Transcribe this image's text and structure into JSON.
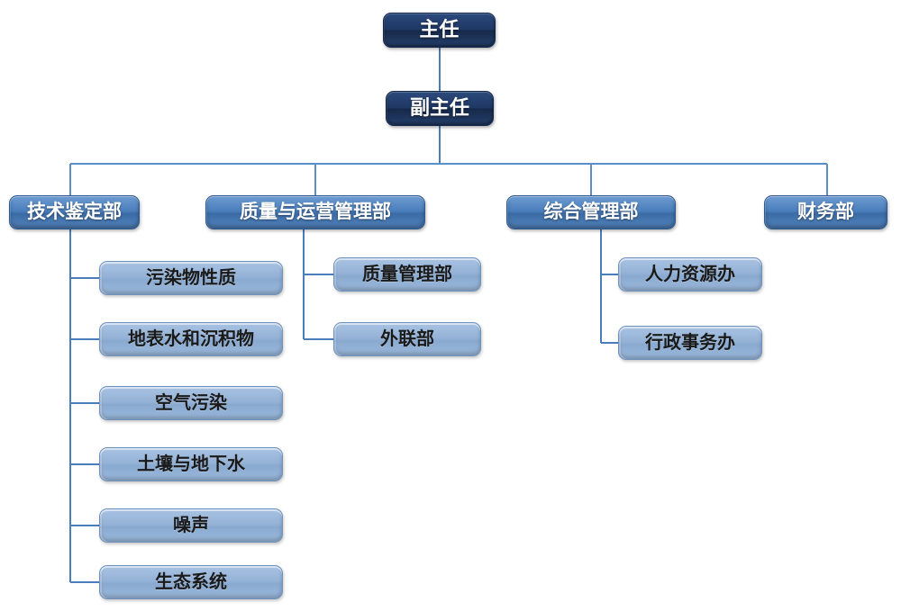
{
  "diagram": {
    "type": "organization-chart",
    "title": "",
    "colors": {
      "top_level_fill": "#1F3864",
      "department_fill": "#4A7EBB",
      "unit_fill": "#95B3D7",
      "connector": "#4A7EBB",
      "background": "#FFFFFF"
    }
  },
  "nodes": {
    "director": {
      "label": "主任",
      "level": 1
    },
    "deputy_director": {
      "label": "副主任",
      "level": 2
    },
    "departments": [
      {
        "label": "技术鉴定部",
        "level": 3
      },
      {
        "label": "质量与运营管理部",
        "level": 3
      },
      {
        "label": "综合管理部",
        "level": 3
      },
      {
        "label": "财务部",
        "level": 3
      }
    ],
    "technical_units": [
      {
        "label": "污染物性质",
        "level": 4
      },
      {
        "label": "地表水和沉积物",
        "level": 4
      },
      {
        "label": "空气污染",
        "level": 4
      },
      {
        "label": "土壤与地下水",
        "level": 4
      },
      {
        "label": "噪声",
        "level": 4
      },
      {
        "label": "生态系统",
        "level": 4
      }
    ],
    "quality_units": [
      {
        "label": "质量管理部",
        "level": 4
      },
      {
        "label": "外联部",
        "level": 4
      }
    ],
    "admin_units": [
      {
        "label": "人力资源办",
        "level": 4
      },
      {
        "label": "行政事务办",
        "level": 4
      }
    ],
    "finance_units": []
  }
}
